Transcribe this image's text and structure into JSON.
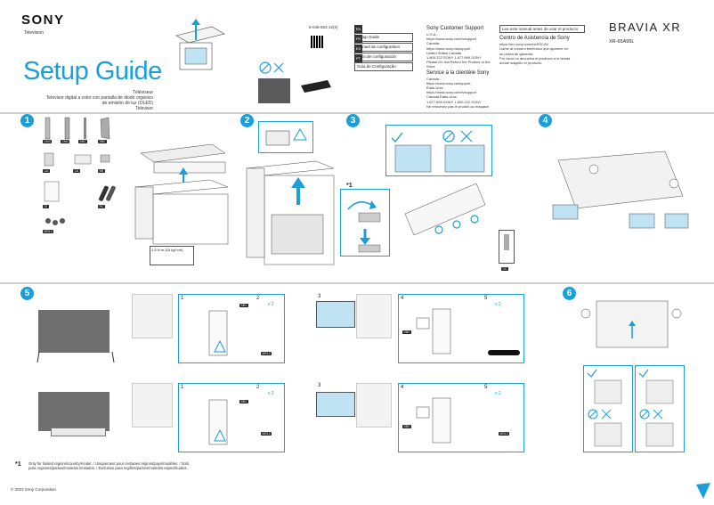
{
  "header": {
    "brand": "SONY",
    "product_type": "Television",
    "title": "Setup Guide",
    "subtitle_lines": [
      "Téléviseur",
      "Televisor digital a color con pantalla de diodo orgánico",
      "de emisión de luz (OLED)",
      "Televisor"
    ],
    "part_number": "5-045-653-12(2)",
    "series": "BRAVIA XR",
    "model": "XR-65A95L"
  },
  "languages": [
    {
      "code": "EN",
      "label": "Setup Guide"
    },
    {
      "code": "FR",
      "label": "Manuel de configuration"
    },
    {
      "code": "ES",
      "label": "Guía de configuración"
    },
    {
      "code": "PT",
      "label": "Guia de Configuração"
    }
  ],
  "support": {
    "title": "Sony Customer Support",
    "lines": [
      "U.S.A.:",
      "https://www.sony.com/tvsupport",
      "Canada:",
      "https://www.sony.ca/support",
      "United States   Canada",
      "1.800.222.SONY   1.877.899.SONY",
      "Please Do Not Return the Product to the Store"
    ],
    "title_fr": "Service à la clientèle Sony",
    "lines_fr": [
      "Canada :",
      "https://www.sony.ca/support",
      "États-Unis :",
      "https://www.sony.com/tvsupport",
      "Canada   États-Unis",
      "1.877.899.SONY   1.800.222.SONY",
      "Ne retournez pas le produit au magasin"
    ]
  },
  "manual": {
    "box_text": "Lea este manual antes de usar el producto",
    "title": "Centro de Asistencia de Sony",
    "lines": [
      "https://mx.sony.com/es/SSCAV",
      "Llame al número telefónico que aparece en",
      "su póliza de garantía.",
      "Por favor no devuelva el producto a la tienda",
      "donde adquirió el producto."
    ]
  },
  "steps": [
    "1",
    "2",
    "3",
    "4",
    "5",
    "6"
  ],
  "step1_parts": [
    "CM1",
    "CM2",
    "SB1",
    "SB2",
    "CA",
    "CA",
    "BB",
    "OI",
    "RC",
    "MS12"
  ],
  "step1_note": [
    "1.5 N·m {15 kgf·cm}"
  ],
  "step3_marker": "*1",
  "step3_part": "CC",
  "step5_substeps": [
    "1",
    "2",
    "3",
    "4",
    "5"
  ],
  "step5_parts": {
    "sb1": "SB1",
    "ms12": "MS12",
    "sb2": "SB2",
    "x2": "x 2"
  },
  "footnote": {
    "marker": "*1",
    "text": [
      "Only for limited regions/country/model. / Uniquement pour certaines régions/pays/modèles. / Solo",
      "para regiones/países/modelos limitados. / Exclusivo para regiões/países/modelos especificados."
    ]
  },
  "copyright": "© 2023 Sony Corporation",
  "colors": {
    "accent": "#1a9fd8",
    "panel": "#6f6f6f",
    "caution": "#1a9fd8"
  }
}
